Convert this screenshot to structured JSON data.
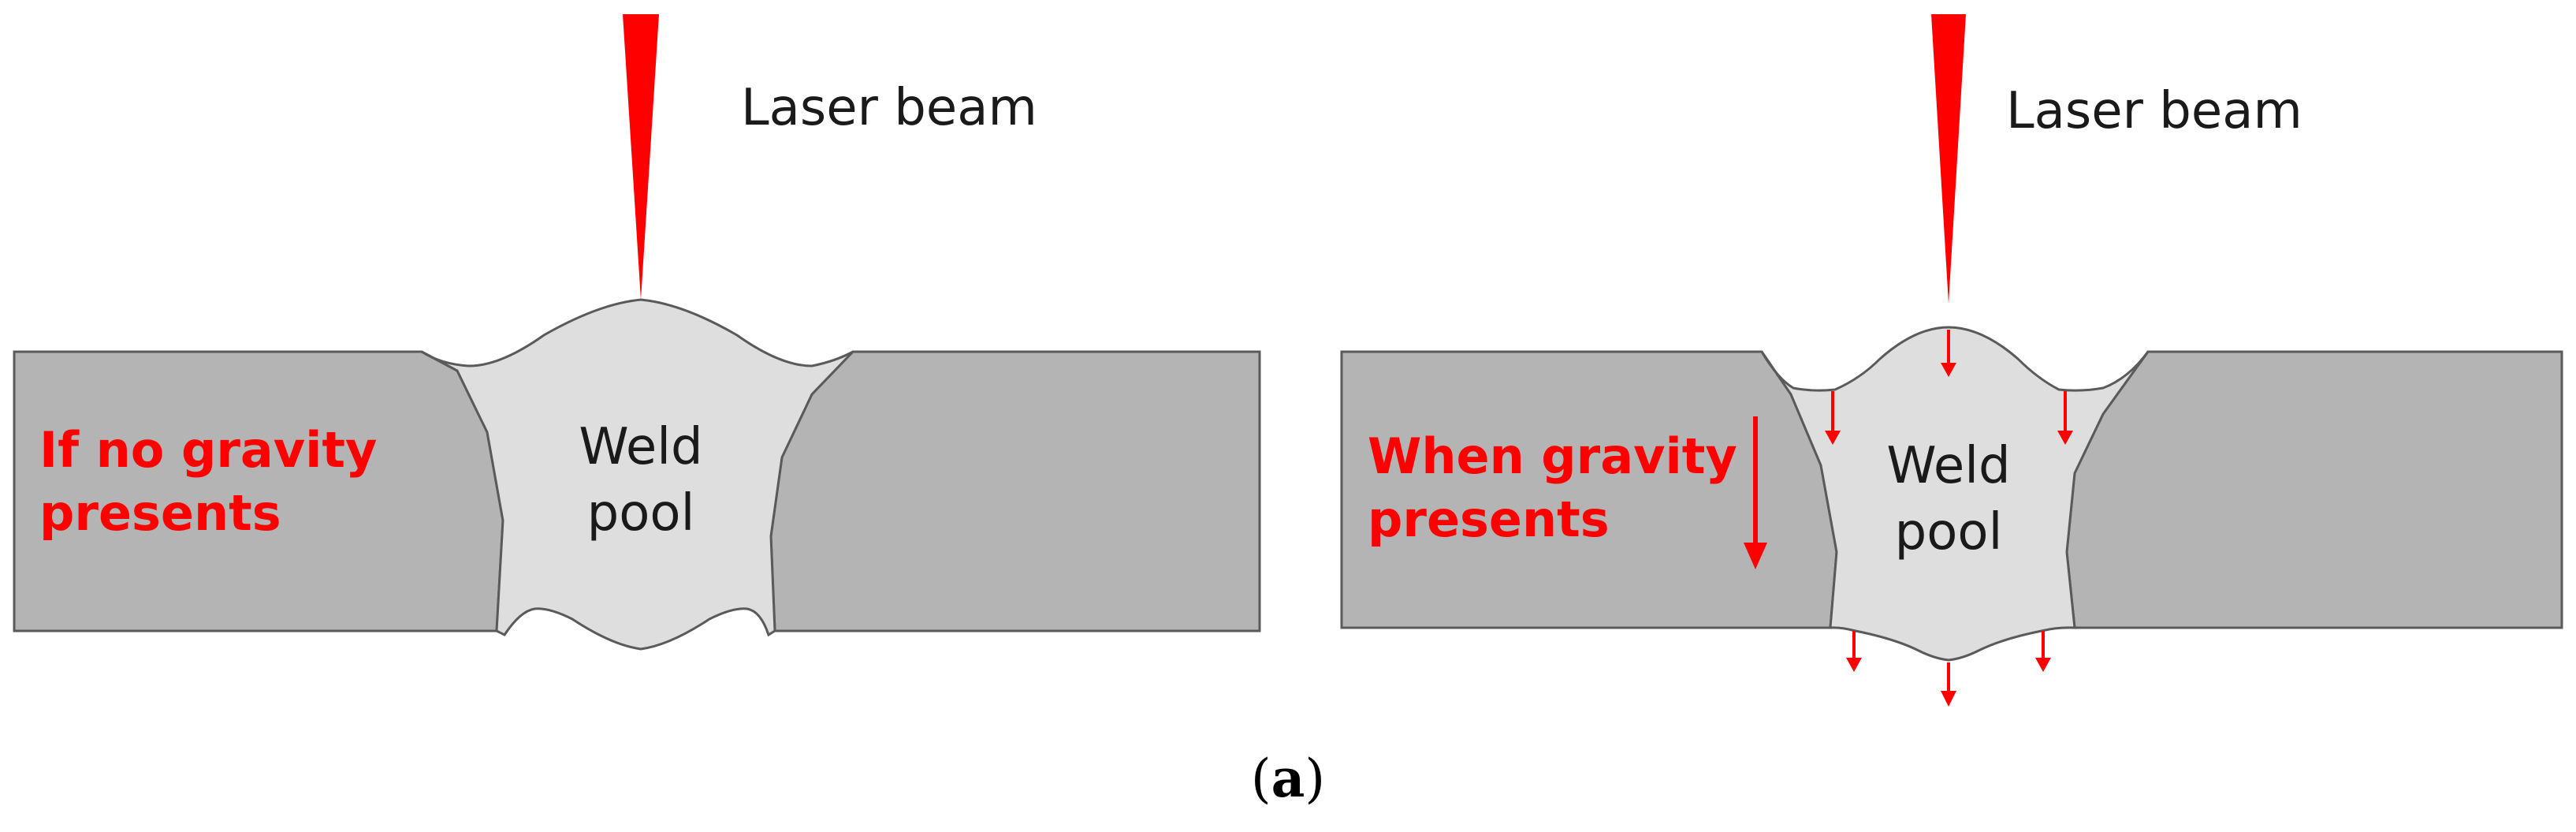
{
  "colors": {
    "plate_fill": "#b4b4b4",
    "plate_stroke": "#5a5a5a",
    "pool_fill": "#dedede",
    "beam": "#ff0000",
    "annotation": "#ff0000",
    "text": "#1a1a1a"
  },
  "panels": [
    {
      "beam_label": "Laser beam",
      "pool_label_line1": "Weld",
      "pool_label_line2": "pool",
      "condition_line1": "If no gravity",
      "condition_line2": "presents"
    },
    {
      "beam_label": "Laser beam",
      "pool_label_line1": "Weld",
      "pool_label_line2": "pool",
      "condition_line1": "When gravity",
      "condition_line2": "presents"
    }
  ],
  "caption": {
    "open": "(",
    "letter": "a",
    "close": ")"
  }
}
